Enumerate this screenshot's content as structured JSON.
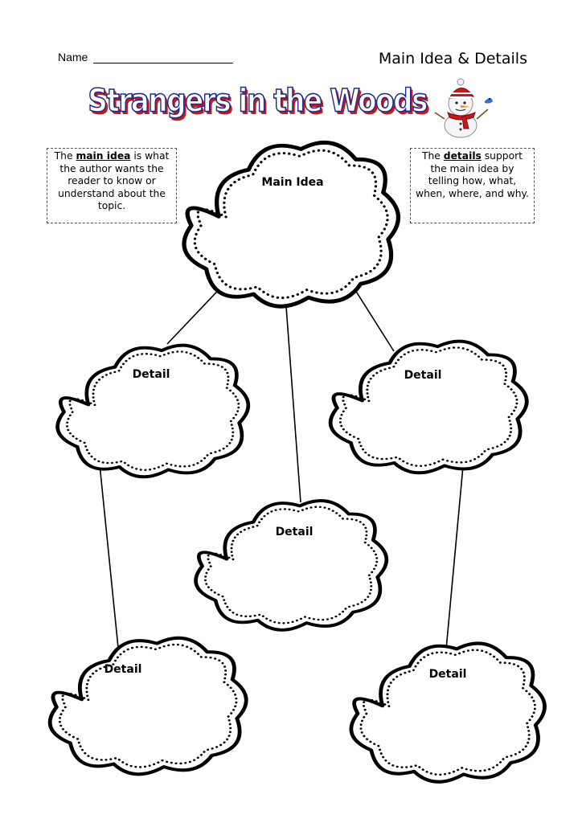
{
  "header": {
    "name_label": "Name",
    "worksheet_type": "Main Idea & Details",
    "title": "Strangers in the Woods"
  },
  "notes": {
    "main_idea": {
      "prefix": "The ",
      "term": "main idea",
      "text": " is what the author wants the reader to know or understand about the topic."
    },
    "details": {
      "prefix": "The ",
      "term": "details",
      "text": " support the main idea by telling how, what, when, where, and why."
    }
  },
  "organizer": {
    "main": "Main Idea",
    "detail_left": "Detail",
    "detail_right": "Detail",
    "detail_center": "Detail",
    "detail_bottom_left": "Detail",
    "detail_bottom_right": "Detail"
  },
  "colors": {
    "title_fill": "#ffffff",
    "title_outline": "#1e2b86",
    "title_shadow": "#c9171e",
    "snowman_hat": "#c9171e"
  }
}
